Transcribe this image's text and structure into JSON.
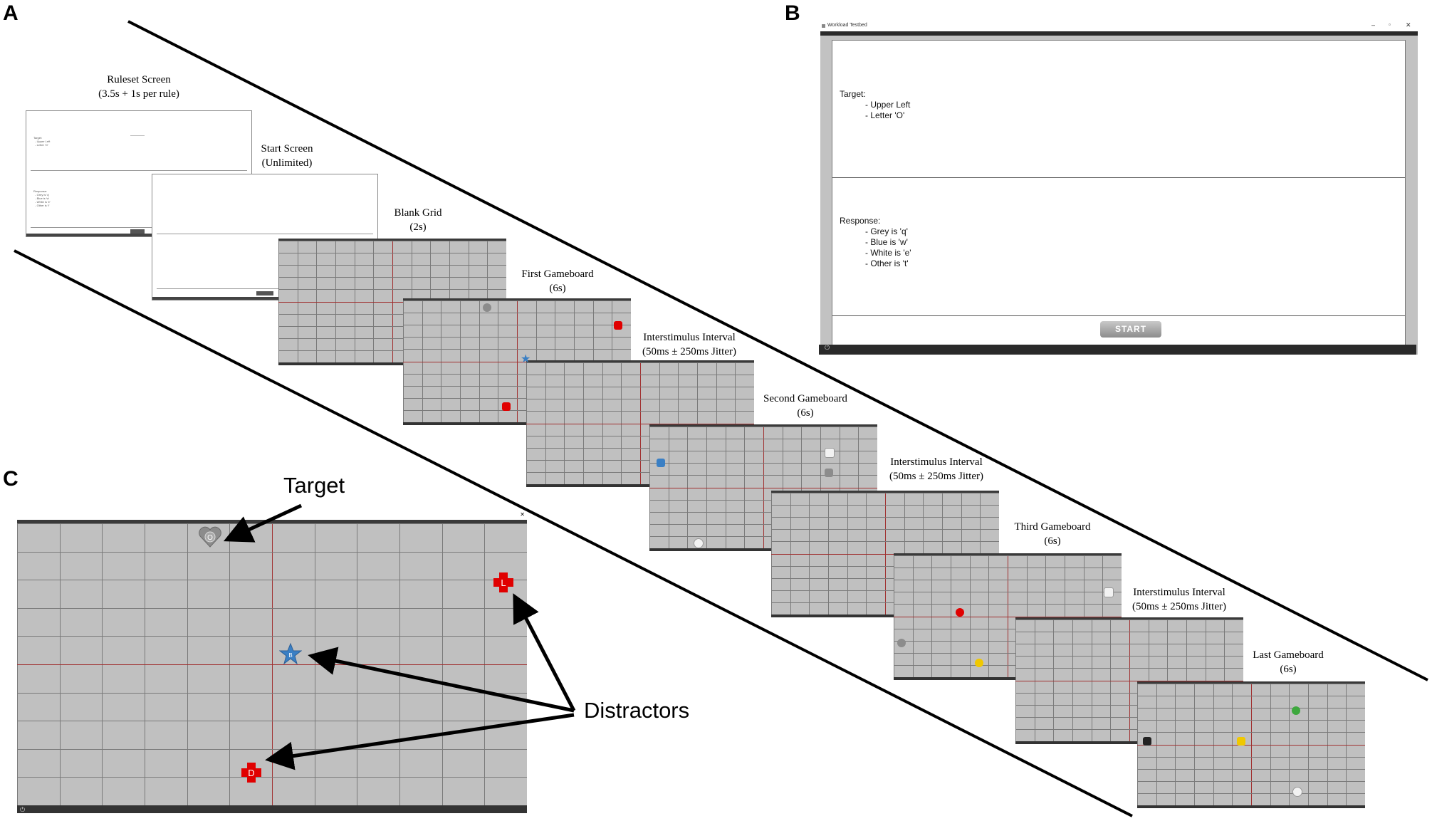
{
  "panels": {
    "a": "A",
    "b": "B",
    "c": "C"
  },
  "sequence": [
    {
      "title": "Ruleset Screen",
      "duration": "(3.5s + 1s per rule)"
    },
    {
      "title": "Start Screen",
      "duration": "(Unlimited)"
    },
    {
      "title": "Blank Grid",
      "duration": "(2s)"
    },
    {
      "title": "First Gameboard",
      "duration": "(6s)"
    },
    {
      "title": "Interstimulus Interval",
      "duration": "(50ms ± 250ms Jitter)"
    },
    {
      "title": "Second Gameboard",
      "duration": "(6s)"
    },
    {
      "title": "Interstimulus Interval",
      "duration": "(50ms ± 250ms Jitter)"
    },
    {
      "title": "Third Gameboard",
      "duration": "(6s)"
    },
    {
      "title": "Interstimulus Interval",
      "duration": "(50ms ± 250ms Jitter)"
    },
    {
      "title": "Last Gameboard",
      "duration": "(6s)"
    }
  ],
  "window_b": {
    "title": "Workload Testbed",
    "target_label": "Target:",
    "target_rules": [
      "- Upper Left",
      "- Letter 'O'"
    ],
    "response_label": "Response:",
    "response_rules": [
      "- Grey is 'q'",
      "- Blue is 'w'",
      "- White is 'e'",
      "- Other is 't'"
    ],
    "start_button": "START"
  },
  "panel_c": {
    "target_label": "Target",
    "distractors_label": "Distractors",
    "target_piece": {
      "shape": "heart",
      "letter": "O",
      "color": "#8c8c8c"
    },
    "distractor_pieces": [
      {
        "shape": "cross",
        "letter": "L",
        "color": "#e00000"
      },
      {
        "shape": "star",
        "letter": "B",
        "color": "#3a7fc4"
      },
      {
        "shape": "cross",
        "letter": "D",
        "color": "#e00000"
      }
    ]
  },
  "colors": {
    "grid_bg": "#c0c0c0",
    "grid_line": "#7a7a7a",
    "midline": "#a03030",
    "frame": "#2f2f2f"
  }
}
